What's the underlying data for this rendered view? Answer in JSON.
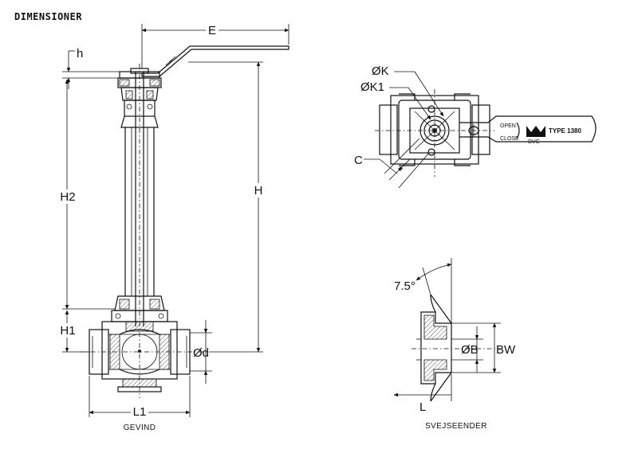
{
  "title": "DIMENSIONER",
  "labels": {
    "E": "E",
    "h": "h",
    "H": "H",
    "H2": "H2",
    "H1": "H1",
    "Od": "Ød",
    "L1": "L1",
    "OK": "ØK",
    "OK1": "ØK1",
    "C": "C",
    "angle": "7.5°",
    "OB": "ØB",
    "BW": "BW",
    "L": "L"
  },
  "handle": {
    "open": "OPEN",
    "close": "CLOSE",
    "brand": "DVC",
    "type": "TYPE 1380"
  },
  "captions": {
    "left": "GEVIND",
    "right": "SVEJSEENDER"
  }
}
